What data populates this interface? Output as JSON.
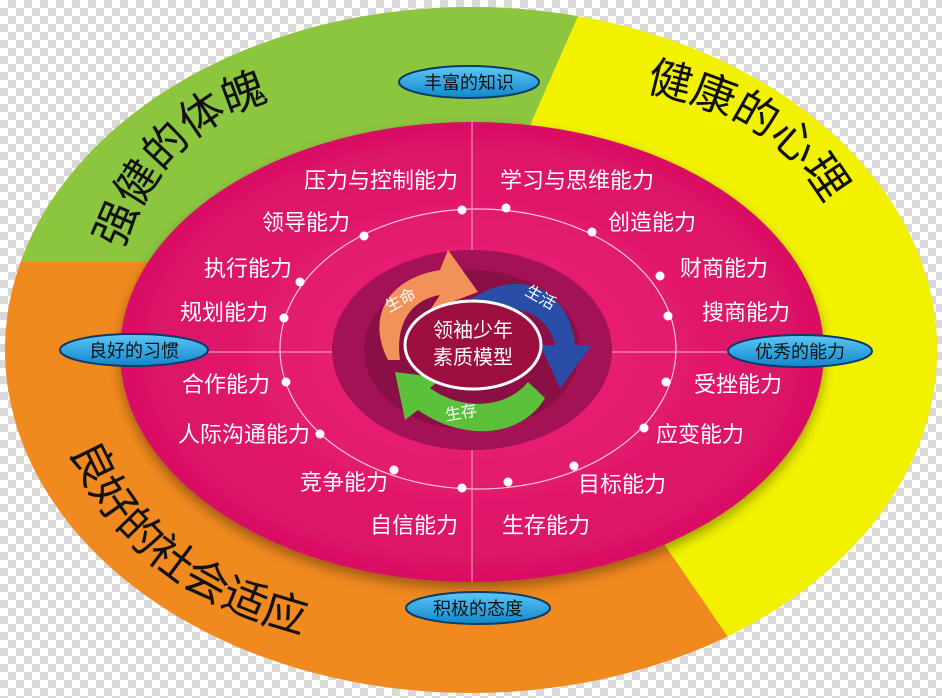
{
  "center": {
    "line1": "领袖少年",
    "line2": "素质模型",
    "petals": [
      "生命",
      "生活",
      "生存"
    ]
  },
  "quadrants": {
    "top_left": "强健的体魄",
    "top_right": "健康的心理",
    "bottom_left": "良好的社会适应",
    "bottom_right": ""
  },
  "pills": {
    "top": "丰富的知识",
    "left": "良好的习惯",
    "right": "优秀的能力",
    "bottom": "积极的态度"
  },
  "abilities": {
    "left": [
      "压力与控制能力",
      "领导能力",
      "执行能力",
      "规划能力",
      "合作能力",
      "人际沟通能力",
      "竞争能力",
      "自信能力"
    ],
    "right": [
      "学习与思维能力",
      "创造能力",
      "财商能力",
      "搜商能力",
      "受挫能力",
      "应变能力",
      "目标能力",
      "生存能力"
    ]
  },
  "colors": {
    "green": "#8cc63f",
    "yellow": "#f2f200",
    "orange": "#f0891e",
    "magenta": "#e2116a",
    "pill": "#1a9ede",
    "pill_border": "#0b3a6b",
    "center_dark": "#8a0f45",
    "center_mid": "#a31255",
    "orange_petal": "#f2915a",
    "green_petal": "#5bc13a",
    "blue_petal": "#2a4ea8"
  }
}
